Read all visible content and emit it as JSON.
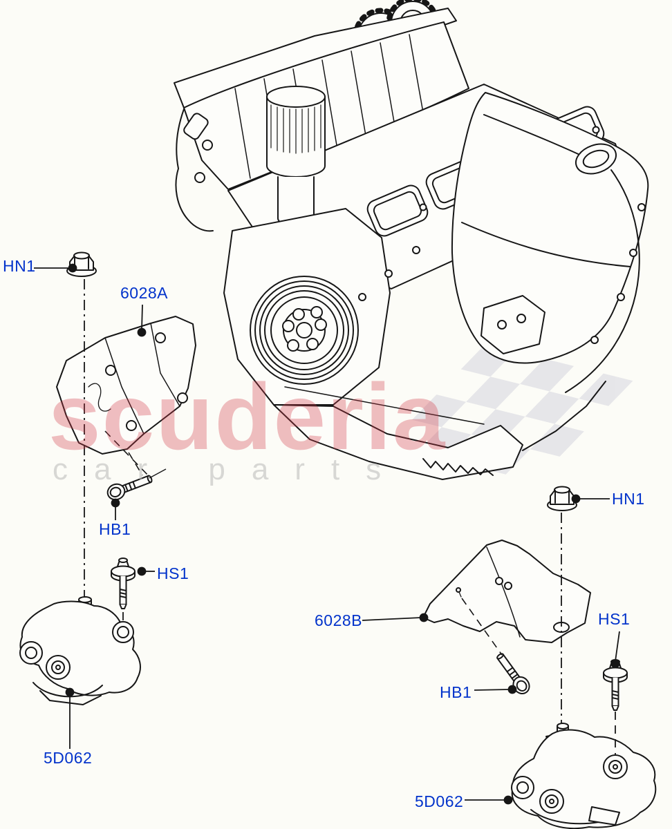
{
  "diagram": {
    "callouts": [
      {
        "id": "hn1-left",
        "label": "HN1"
      },
      {
        "id": "6028a",
        "label": "6028A"
      },
      {
        "id": "hb1-left",
        "label": "HB1"
      },
      {
        "id": "hs1-left",
        "label": "HS1"
      },
      {
        "id": "5d062-left",
        "label": "5D062"
      },
      {
        "id": "hn1-right",
        "label": "HN1"
      },
      {
        "id": "6028b",
        "label": "6028B"
      },
      {
        "id": "hb1-right",
        "label": "HB1"
      },
      {
        "id": "hs1-right",
        "label": "HS1"
      },
      {
        "id": "5d062-right",
        "label": "5D062"
      }
    ],
    "watermark": {
      "brand": "scuderia",
      "tagline": "car parts"
    },
    "colors": {
      "background": "#fcfcf7",
      "callout_text": "#0233cb",
      "line_art": "#161616",
      "watermark_brand": "#d23a48",
      "watermark_tagline": "#b9b9b9",
      "flag_checker": "#e4e4e8"
    }
  }
}
